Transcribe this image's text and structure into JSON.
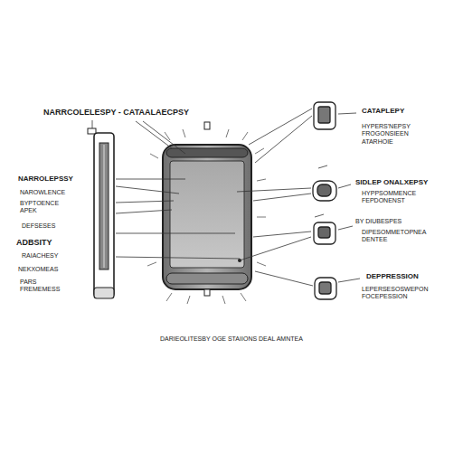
{
  "diagram": {
    "title": "NARRCOLELESPY - CATAALAECPSY",
    "caption": "DARIEOLITESBY OGE STAIIONS DEAL AMNTEA",
    "labels": [
      "NARROLEPSSY",
      "NAROWLENCE",
      "BYPTOENCE APEK",
      "DEFSESES",
      "ADBSITY",
      "RAIACHESY",
      "NEKXOMEAS",
      "PARS FREMEMESS",
      "CATAPLEPY",
      "HYPERS'NEPSY FROGONSIEEN ATARHOIE",
      "SIDLEP ONALXEPSY",
      "HYPPSOMMENCE FEPDONENST",
      "BY DIUBESPES",
      "DIPESOMMETOPNEA DENTEE",
      "DEPPRESSION",
      "LEPERSESOSWEPON FOCEPESSION"
    ]
  }
}
